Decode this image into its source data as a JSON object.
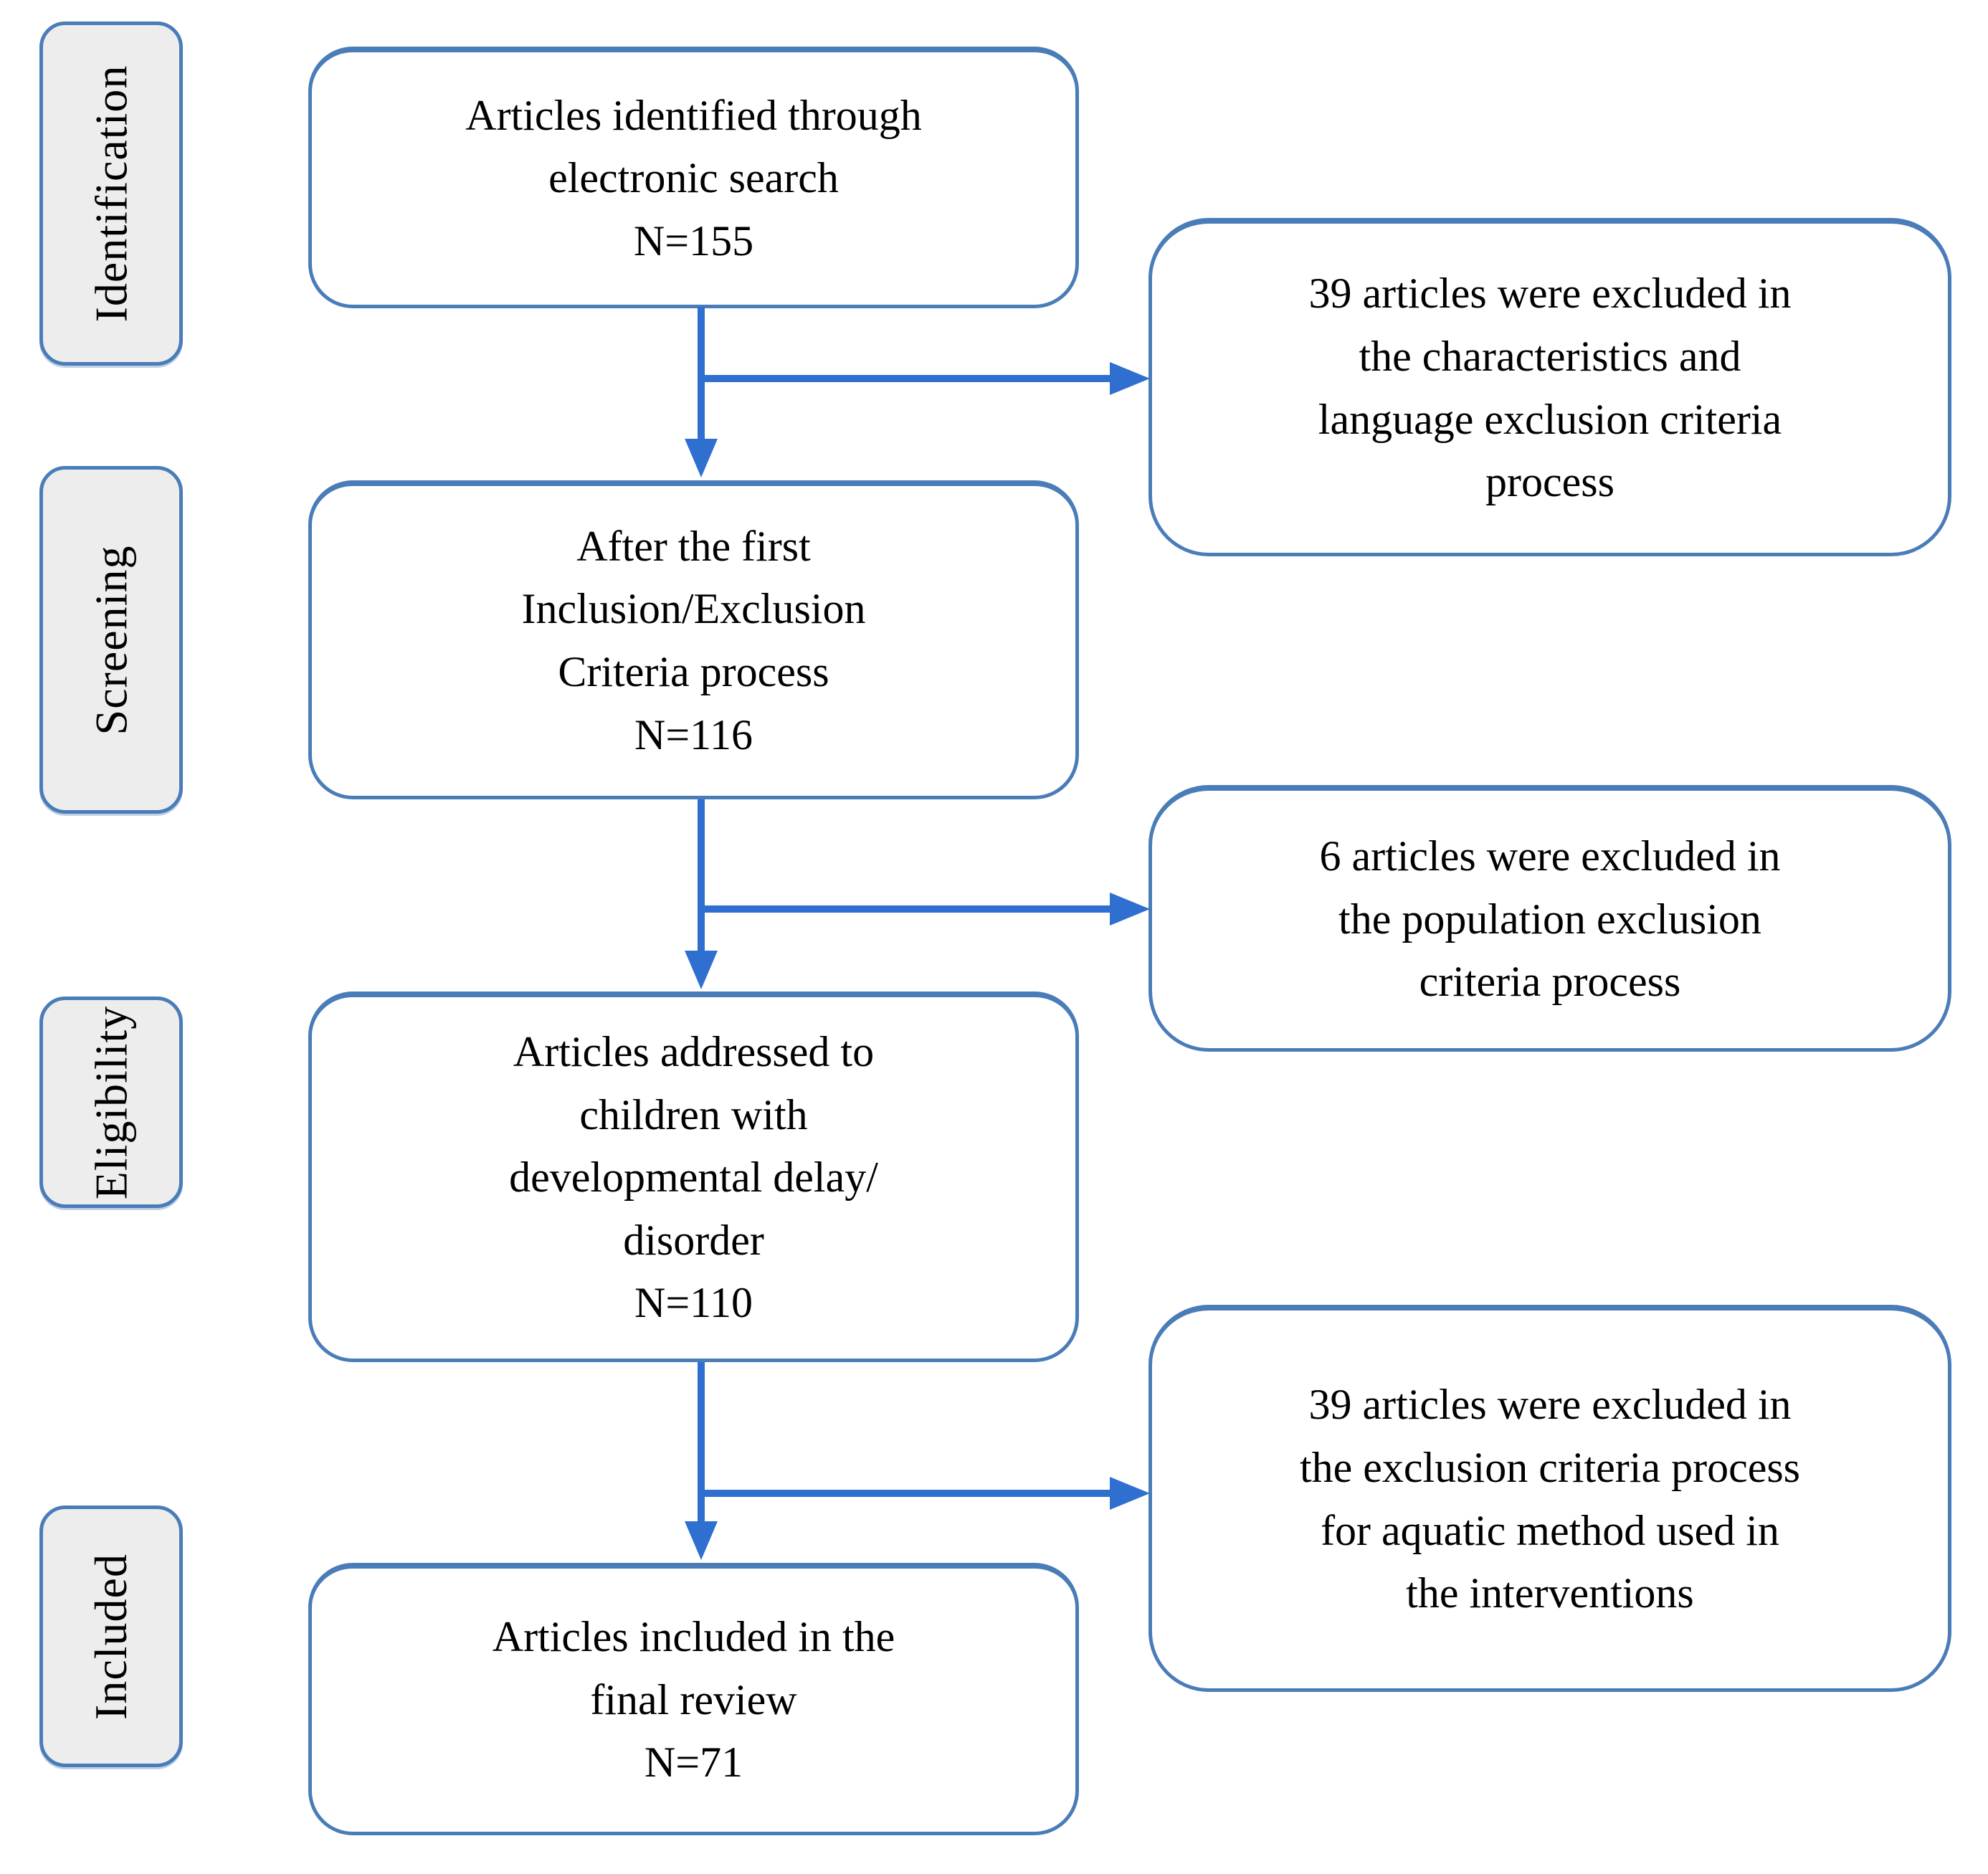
{
  "diagram": {
    "type": "prisma-flowchart",
    "colors": {
      "box_border": "#4a7cb8",
      "arrow": "#2f6fd0",
      "stage_fill": "#ededed",
      "flow_fill": "#ffffff",
      "text": "#000000",
      "background": "#ffffff"
    },
    "stages": [
      {
        "id": "identification",
        "label": "Identification"
      },
      {
        "id": "screening",
        "label": "Screening"
      },
      {
        "id": "eligibility",
        "label": "Eligibility"
      },
      {
        "id": "included",
        "label": "Included"
      }
    ],
    "flow_boxes": [
      {
        "id": "articles-identified",
        "n": "N=155",
        "lines": [
          "Articles identified through",
          "electronic search",
          "N=155"
        ]
      },
      {
        "id": "after-first-criteria",
        "n": "N=116",
        "lines": [
          "After the first",
          "Inclusion/Exclusion",
          "Criteria process",
          "N=116"
        ]
      },
      {
        "id": "addressed-children",
        "n": "N=110",
        "lines": [
          "Articles addressed to",
          "children with",
          "developmental delay/",
          "disorder",
          "N=110"
        ]
      },
      {
        "id": "final-review",
        "n": "N=71",
        "lines": [
          "Articles included in the",
          "final review",
          "N=71"
        ]
      }
    ],
    "exclusion_boxes": [
      {
        "id": "characteristics-language-exclusion",
        "lines": [
          "39 articles were excluded in",
          "the characteristics and",
          "language exclusion criteria",
          "process"
        ]
      },
      {
        "id": "population-exclusion",
        "lines": [
          "6 articles were excluded in",
          "the population exclusion",
          "criteria process"
        ]
      },
      {
        "id": "aquatic-method-exclusion",
        "lines": [
          "39 articles were excluded in",
          "the exclusion criteria process",
          "for aquatic method used in",
          "the interventions"
        ]
      }
    ]
  }
}
